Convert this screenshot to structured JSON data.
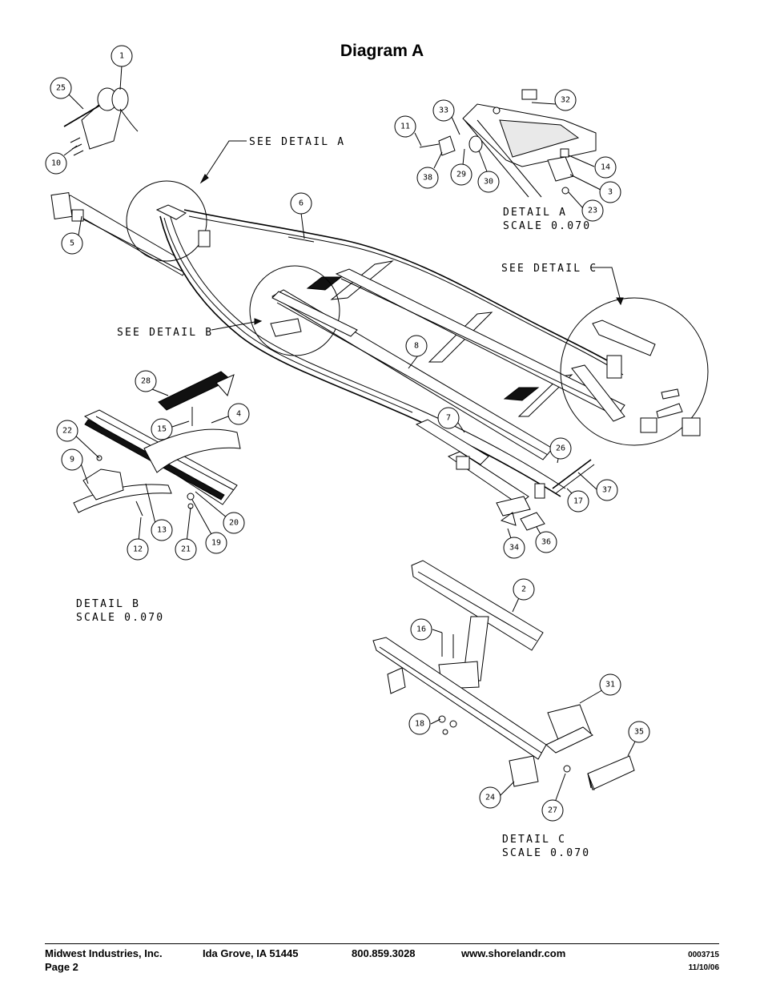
{
  "title": "Diagram A",
  "callouts": {
    "see_detail_a": "SEE DETAIL  A",
    "see_detail_b": "SEE DETAIL  B",
    "see_detail_c": "SEE DETAIL  C"
  },
  "details": {
    "a": {
      "name": "DETAIL  A",
      "scale": "SCALE  0.070"
    },
    "b": {
      "name": "DETAIL  B",
      "scale": "SCALE  0.070"
    },
    "c": {
      "name": "DETAIL  C",
      "scale": "SCALE  0.070"
    }
  },
  "balloons": [
    "1",
    "25",
    "10",
    "5",
    "6",
    "33",
    "32",
    "11",
    "38",
    "29",
    "30",
    "14",
    "3",
    "23",
    "8",
    "28",
    "4",
    "15",
    "22",
    "9",
    "13",
    "12",
    "21",
    "19",
    "20",
    "7",
    "26",
    "37",
    "17",
    "34",
    "36",
    "2",
    "16",
    "31",
    "18",
    "35",
    "24",
    "27"
  ],
  "footer": {
    "company": "Midwest Industries, Inc.",
    "page": "Page 2",
    "city": "Ida Grove, IA  51445",
    "phone": "800.859.3028",
    "website": "www.shorelandr.com",
    "doc_number": "0003715",
    "date": "11/10/06"
  }
}
